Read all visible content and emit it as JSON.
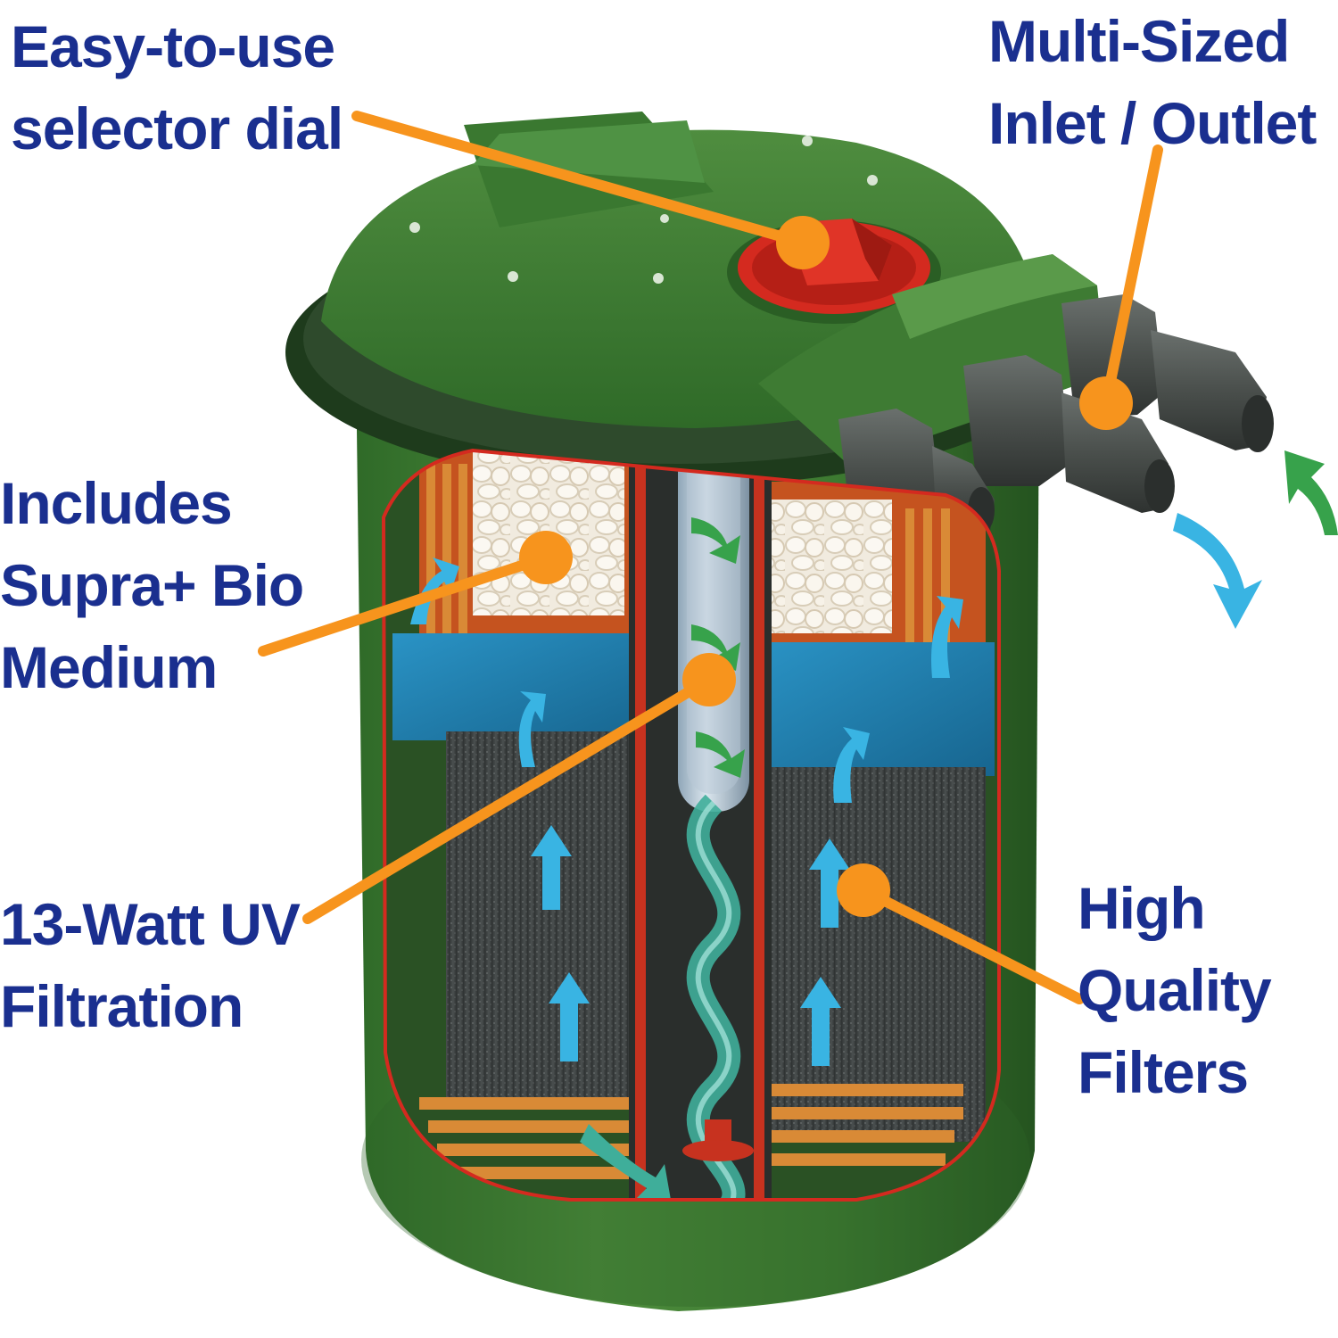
{
  "colors": {
    "label_text": "#1a2f8f",
    "leader_line": "#f7941d",
    "housing_green": "#3f7a32",
    "housing_dark": "#23501f",
    "dial_red": "#d42a1f",
    "sponge_blue": "#1f7fb0",
    "bio_media": "#f3ede1",
    "flow_arrow_blue": "#39b4e3",
    "flow_arrow_green": "#37a24b",
    "connector_grey": "#4a4f4c"
  },
  "callouts": {
    "selector_dial": {
      "line1": "Easy-to-use",
      "line2": "selector dial"
    },
    "inlet_outlet": {
      "line1": "Multi-Sized",
      "line2": "Inlet / Outlet"
    },
    "bio_medium": {
      "line1": "Includes",
      "line2": "Supra+ Bio",
      "line3": "Medium"
    },
    "uv_filtration": {
      "line1": "13-Watt UV",
      "line2": "Filtration"
    },
    "filters": {
      "line1": "High",
      "line2": "Quality",
      "line3": "Filters"
    }
  },
  "icons": {
    "flow_arrow": "curved-arrow-icon",
    "callout_marker": "dot-marker-icon"
  }
}
